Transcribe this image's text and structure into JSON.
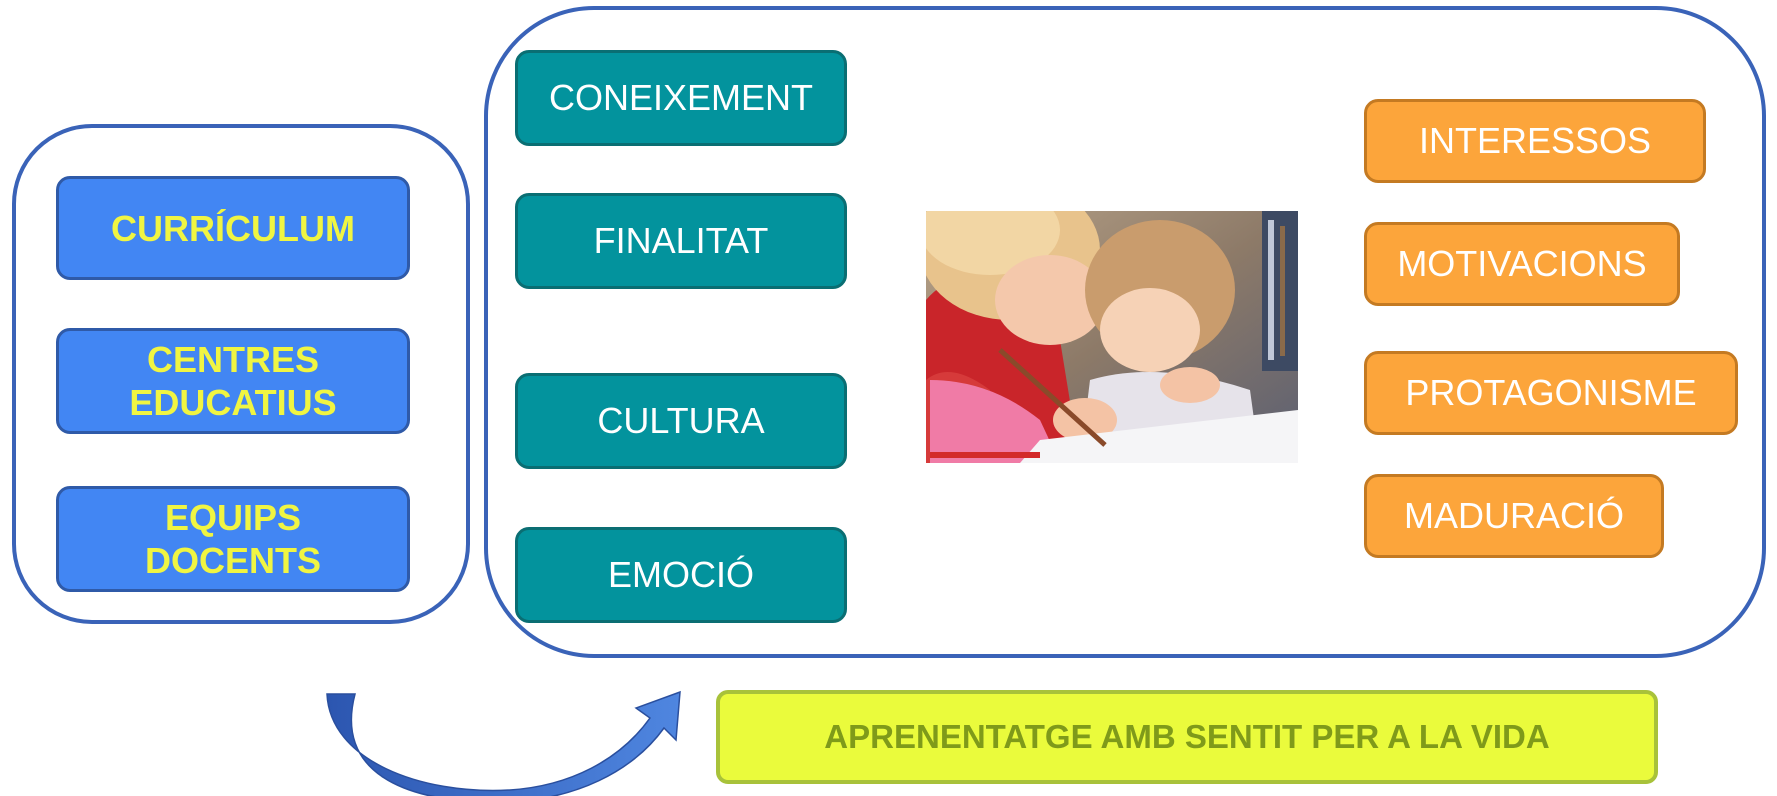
{
  "left_group": {
    "items": [
      "CURRÍCULUM",
      "CENTRES EDUCATIUS",
      "EQUIPS DOCENTS"
    ]
  },
  "center_group": {
    "teal_items": [
      "CONEIXEMENT",
      "FINALITAT",
      "CULTURA",
      "EMOCIÓ"
    ],
    "orange_items": [
      "INTERESSOS",
      "MOTIVACIONS",
      "PROTAGONISME",
      "MADURACIÓ"
    ]
  },
  "result": {
    "label": "APRENENTATGE AMB SENTIT PER A LA VIDA"
  },
  "colors": {
    "frame": "#3a63b8",
    "blue_box": "#4286f3",
    "blue_text": "#f0f542",
    "teal_box": "#03939d",
    "orange_box": "#fca53b",
    "result_box": "#eafb3c",
    "result_text": "#7f9a1a",
    "arrow": "#3d6bc9"
  },
  "photo": {
    "icon": "children-drawing-photo"
  }
}
